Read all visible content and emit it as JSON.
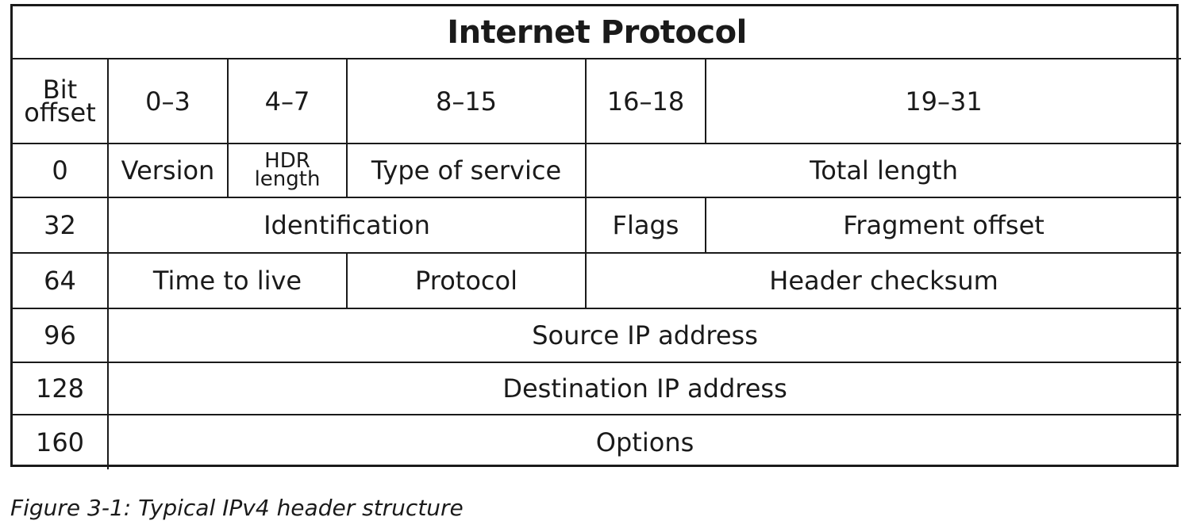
{
  "title": "Internet Protocol",
  "header_row": {
    "bit_offset_line1": "Bit",
    "bit_offset_line2": "offset",
    "cols": [
      "0–3",
      "4–7",
      "8–15",
      "16–18",
      "19–31"
    ]
  },
  "rows": [
    {
      "offset": "0",
      "version": "Version",
      "hdr_length_line1": "HDR",
      "hdr_length_line2": "length",
      "type_of_service": "Type of service",
      "total_length": "Total length"
    },
    {
      "offset": "32",
      "identification": "Identification",
      "flags": "Flags",
      "fragment_offset": "Fragment offset"
    },
    {
      "offset": "64",
      "time_to_live": "Time to live",
      "protocol": "Protocol",
      "header_checksum": "Header checksum"
    },
    {
      "offset": "96",
      "source_ip": "Source IP address"
    },
    {
      "offset": "128",
      "destination_ip": "Destination IP address"
    },
    {
      "offset": "160",
      "options": "Options"
    }
  ],
  "caption": "Figure 3-1: Typical IPv4 header structure"
}
